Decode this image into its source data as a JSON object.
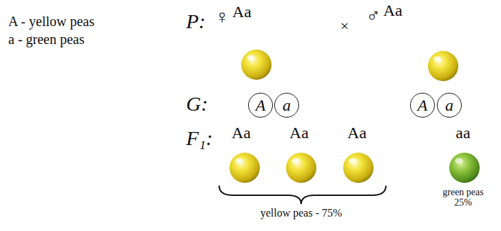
{
  "diagram": {
    "nodes": [
      {
        "text": [
          "A"
        ]
      },
      {
        "text": [
          "a"
        ]
      },
      {
        "text": [
          "A"
        ]
      },
      {
        "text": [
          "a"
        ]
      }
    ],
    "labels": [
      "A - yellow peas",
      "a - green peas",
      "P:",
      "♀",
      "Aa",
      "×",
      "♂",
      "Aa",
      "G:",
      "F₁:",
      "Aa",
      "Aa",
      "Aa",
      "aa",
      "yellow peas - 75%",
      "green peas 25%"
    ]
  }
}
